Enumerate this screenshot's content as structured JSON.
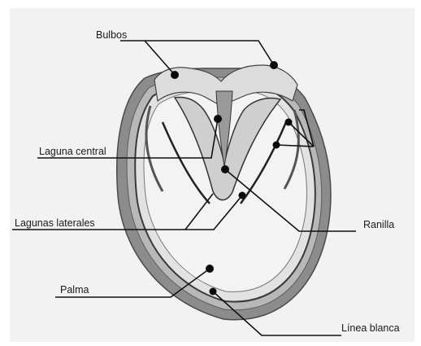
{
  "diagram": {
    "labels": {
      "bulbos": "Bulbos",
      "laguna_central": "Laguna central",
      "lagunas_laterales": "Lagunas laterales",
      "ranilla": "Ranilla",
      "palma": "Palma",
      "linea_blanca": "Línea blanca"
    },
    "colors": {
      "background": "#ffffff",
      "frame": "#f0f0f0",
      "hoof_wall": "#7a7a7a",
      "sole": "#eeeeee",
      "ink": "#111111"
    }
  }
}
